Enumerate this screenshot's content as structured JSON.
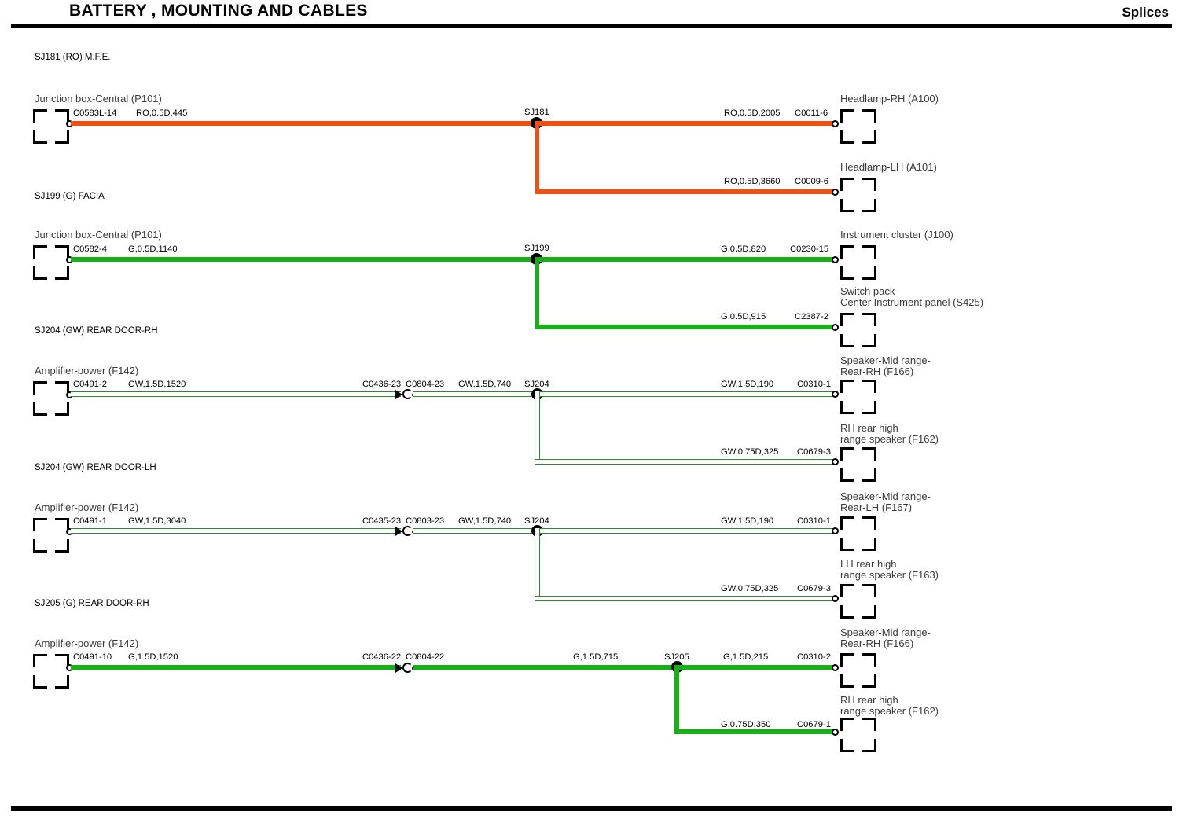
{
  "header": {
    "title": "BATTERY , MOUNTING AND CABLES",
    "right_label": "Splices"
  },
  "group_labels": [
    {
      "text": "SJ181 (RO) M.F.E."
    },
    {
      "text": "SJ199 (G) FACIA"
    },
    {
      "text": "SJ204 (GW) REAR DOOR-RH"
    },
    {
      "text": "SJ204 (GW) REAR DOOR-LH"
    },
    {
      "text": "SJ205 (G) REAR DOOR-RH"
    }
  ],
  "splices": [
    {
      "id": "SJ181"
    },
    {
      "id": "SJ199"
    },
    {
      "id": "SJ204"
    },
    {
      "id": "SJ204"
    },
    {
      "id": "SJ205"
    }
  ],
  "sections": [
    {
      "name": "SJ181",
      "source": {
        "device": "Junction box-Central (P101)",
        "connector": "C0583L-14",
        "wire": "RO,0.5D,445"
      },
      "splice": "SJ181",
      "branches": [
        {
          "device": "Headlamp-RH (A100)",
          "connector": "C0011-6",
          "wire": "RO,0.5D,2005"
        },
        {
          "device": "Headlamp-LH (A101)",
          "connector": "C0009-6",
          "wire": "RO,0.5D,3660"
        }
      ]
    },
    {
      "name": "SJ199",
      "source": {
        "device": "Junction box-Central (P101)",
        "connector": "C0582-4",
        "wire": "G,0.5D,1140"
      },
      "splice": "SJ199",
      "branches": [
        {
          "device": "Instrument cluster (J100)",
          "connector": "C0230-15",
          "wire": "G,0.5D,820"
        },
        {
          "device": "Switch pack-\nCenter Instrument panel (S425)",
          "connector": "C2387-2",
          "wire": "G,0.5D,915"
        }
      ]
    },
    {
      "name": "SJ204-RH",
      "source": {
        "device": "Amplifier-power (F142)",
        "connector": "C0491-2",
        "wire": "GW,1.5D,1520"
      },
      "inline": {
        "left": "C0436-23",
        "right": "C0804-23",
        "wire": "GW,1.5D,740"
      },
      "splice": "SJ204",
      "branches": [
        {
          "device": "Speaker-Mid range-\nRear-RH (F166)",
          "connector": "C0310-1",
          "wire": "GW,1.5D,190"
        },
        {
          "device": "RH rear high\nrange speaker (F162)",
          "connector": "C0679-3",
          "wire": "GW,0.75D,325"
        }
      ]
    },
    {
      "name": "SJ204-LH",
      "source": {
        "device": "Amplifier-power (F142)",
        "connector": "C0491-1",
        "wire": "GW,1.5D,3040"
      },
      "inline": {
        "left": "C0435-23",
        "right": "C0803-23",
        "wire": "GW,1.5D,740"
      },
      "splice": "SJ204",
      "branches": [
        {
          "device": "Speaker-Mid range-\nRear-LH (F167)",
          "connector": "C0310-1",
          "wire": "GW,1.5D,190"
        },
        {
          "device": "LH rear high\nrange speaker (F163)",
          "connector": "C0679-3",
          "wire": "GW,0.75D,325"
        }
      ]
    },
    {
      "name": "SJ205",
      "source": {
        "device": "Amplifier-power (F142)",
        "connector": "C0491-10",
        "wire": "G,1.5D,1520"
      },
      "inline": {
        "left": "C0436-22",
        "right": "C0804-22",
        "wire": "G,1.5D,715"
      },
      "splice": "SJ205",
      "branches": [
        {
          "device": "Speaker-Mid range-\nRear-RH (F166)",
          "connector": "C0310-2",
          "wire": "G,1.5D,215"
        },
        {
          "device": "RH rear high\nrange speaker (F162)",
          "connector": "C0679-1",
          "wire": "G,0.75D,350"
        }
      ]
    }
  ],
  "colors": {
    "wire_ro": "#f24f10",
    "wire_g": "#17b016",
    "wire_gw_outline": "#2d8b2b",
    "rule": "#000000"
  }
}
